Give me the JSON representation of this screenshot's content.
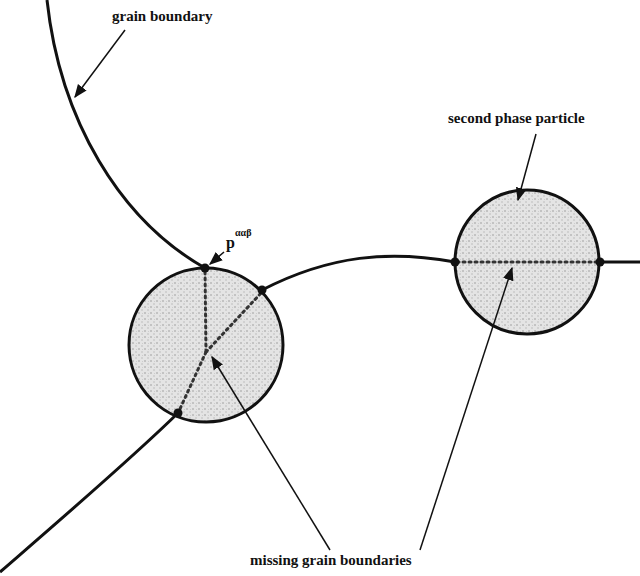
{
  "diagram": {
    "labels": [
      "grain boundary",
      "p",
      "ααβ",
      "second phase particle",
      "missing grain boundaries"
    ]
  }
}
